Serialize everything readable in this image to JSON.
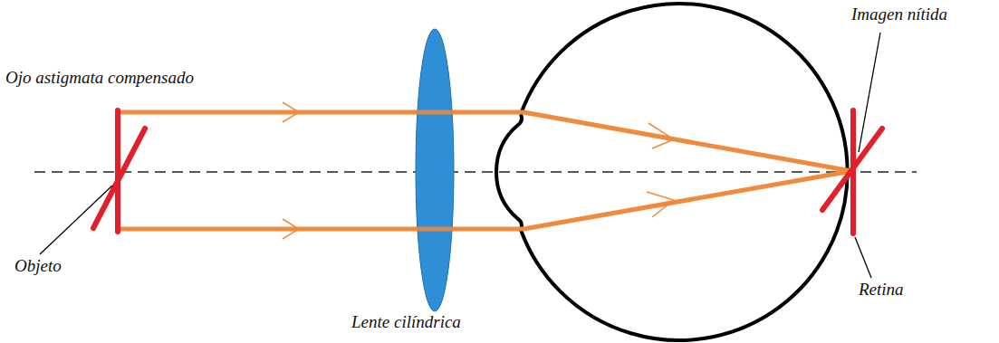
{
  "diagram": {
    "labels": [
      "Ojo astigmata compensado",
      "Imagen nítida",
      "Objeto",
      "Lente cilíndrica",
      "Retina"
    ]
  }
}
